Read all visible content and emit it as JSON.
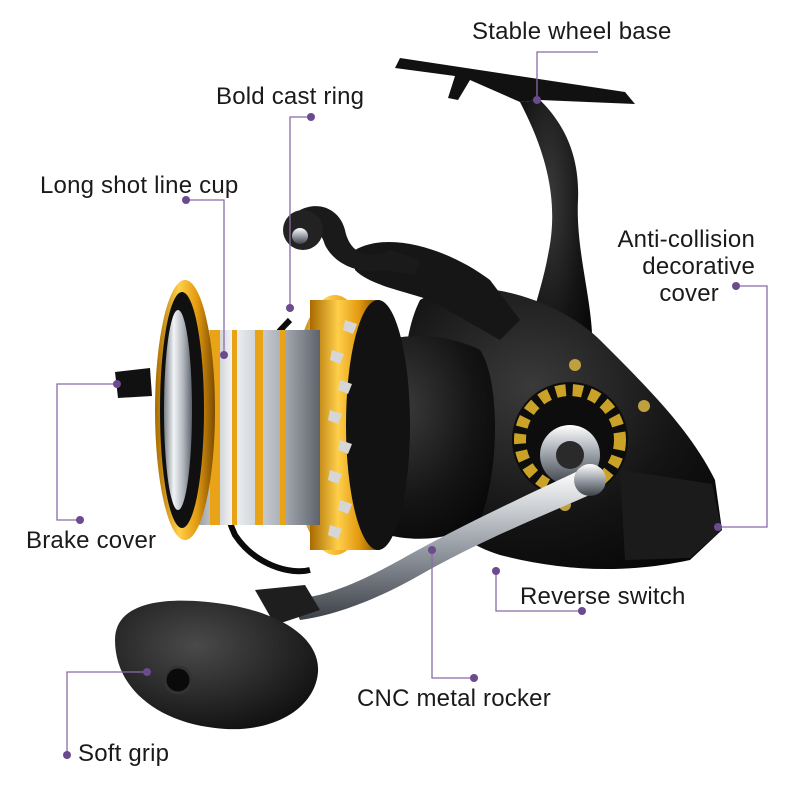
{
  "colors": {
    "callout_line": "#8a6aa8",
    "callout_dot": "#6b4a8e",
    "reel_body": "#141414",
    "spool_gold": "#e8a317",
    "spool_silver": "#c9ccd1",
    "handle_chrome": "#b9bdc4"
  },
  "callouts": {
    "stable_wheel_base": "Stable wheel base",
    "bold_cast_ring": "Bold cast ring",
    "long_shot_line_cup": "Long shot line cup",
    "anti_collision_line1": "Anti-collision",
    "anti_collision_line2": "decorative",
    "anti_collision_line3": "cover",
    "brake_cover": "Brake cover",
    "reverse_switch": "Reverse switch",
    "cnc_metal_rocker": "CNC metal rocker",
    "soft_grip": "Soft grip"
  }
}
